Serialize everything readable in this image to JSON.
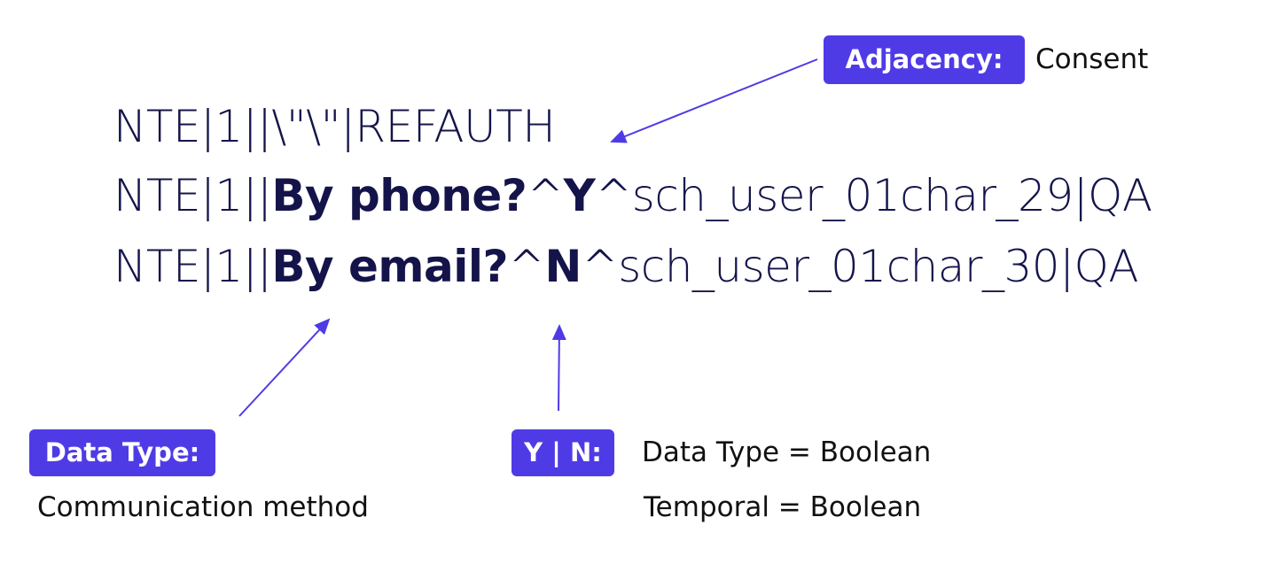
{
  "hl7_lines": {
    "line1": {
      "text": "NTE|1||\\\"\\\"|REFAUTH"
    },
    "line2": {
      "prefix": "NTE|1||",
      "question": "By phone?",
      "sep1": "^",
      "answer": "Y",
      "suffix": "^sch_user_01char_29|QA"
    },
    "line3": {
      "prefix": "NTE|1||",
      "question": "By email?",
      "sep1": "^",
      "answer": "N",
      "suffix": "^sch_user_01char_30|QA"
    }
  },
  "annotations": {
    "adjacency": {
      "label": "Adjacency:",
      "value": "Consent"
    },
    "data_type": {
      "label": "Data Type:",
      "value": "Communication method"
    },
    "yn": {
      "label": "Y | N:",
      "data_type_line": "Data Type = Boolean",
      "temporal_line": "Temporal  = Boolean"
    }
  },
  "colors": {
    "accent": "#4f3be6",
    "text_dark": "#14144a",
    "annotation_text": "#111111"
  }
}
